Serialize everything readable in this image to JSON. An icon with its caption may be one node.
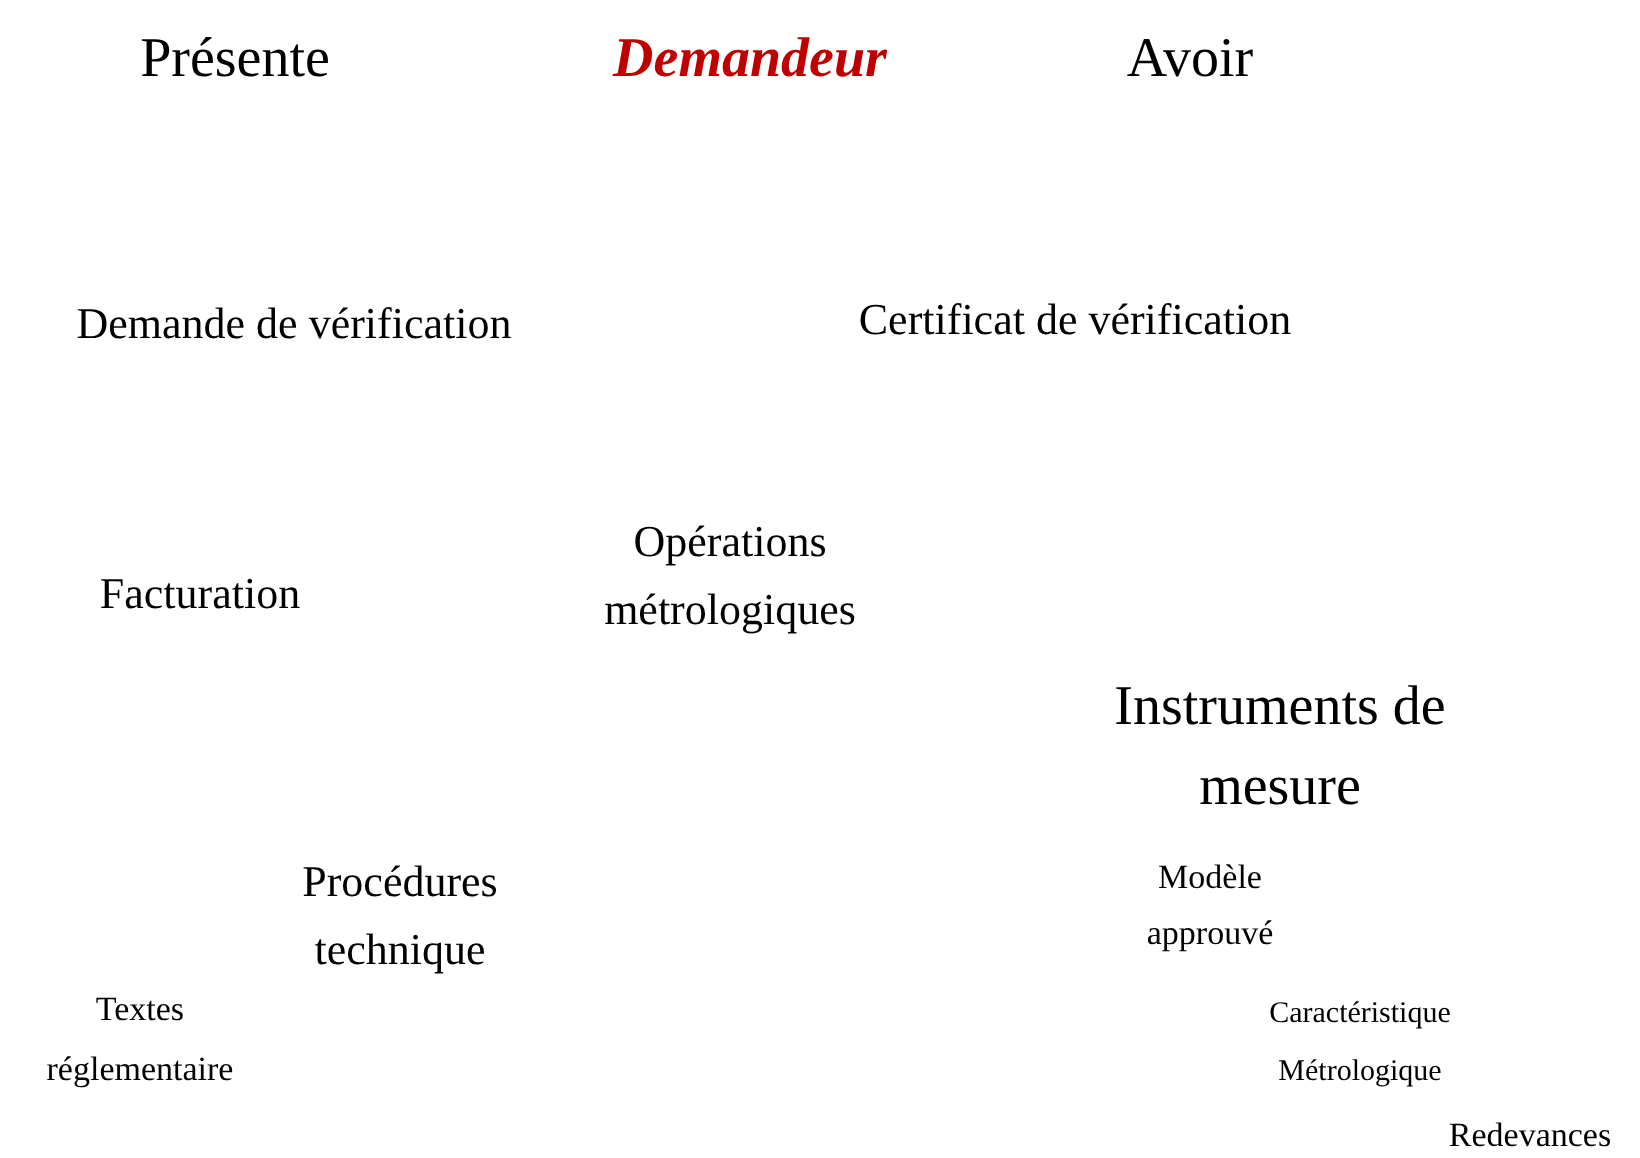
{
  "diagram": {
    "title": "Demandeur",
    "labels": [
      "Présente",
      "Avoir",
      "Demande de vérification",
      "Certificat de vérification",
      "Opérations métrologiques",
      "Facturation",
      "Instruments de mesure",
      "Procédures technique",
      "Modèle approuvé",
      "Textes réglementaire",
      "Caractéristique Métrologique",
      "Redevances"
    ]
  }
}
